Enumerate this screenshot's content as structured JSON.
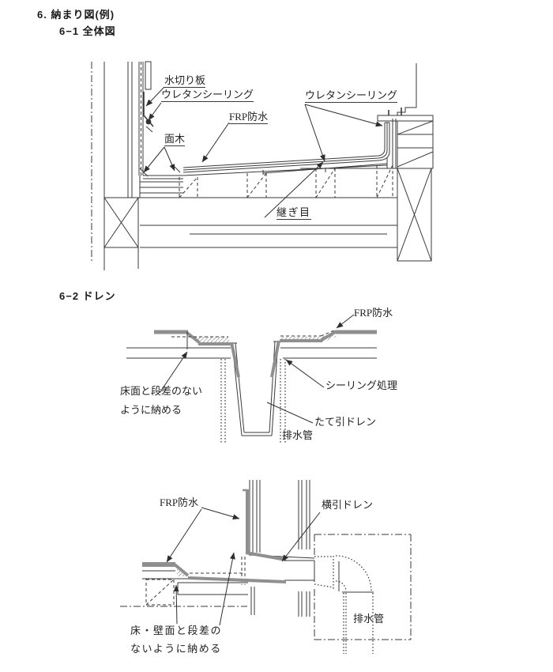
{
  "page": {
    "title": "6. 納まり図(例)",
    "section1": "6−1 全体図",
    "section2": "6−2 ドレン"
  },
  "diagram1": {
    "labels": {
      "mizukiri": "水切り板",
      "urethane_left": "ウレタンシーリング",
      "frp": "FRP防水",
      "menki": "面木",
      "urethane_right": "ウレタンシーリング",
      "tsugime": "継ぎ目"
    }
  },
  "diagram2": {
    "labels": {
      "frp": "FRP防水",
      "sealing": "シーリング処理",
      "note_line1": "床面と段差のない",
      "note_line2": "ように納める",
      "tatebiki": "たて引ドレン",
      "haisuikan": "排水管"
    }
  },
  "diagram3": {
    "labels": {
      "frp": "FRP防水",
      "yokobiki": "横引ドレン",
      "note_line1": "床・壁面と段差の",
      "note_line2": "ないように納める",
      "haisuikan": "排水管"
    }
  },
  "colors": {
    "line": "#3a3a3a",
    "gray": "#8f8f8f",
    "hatch": "#aaaaaa"
  }
}
